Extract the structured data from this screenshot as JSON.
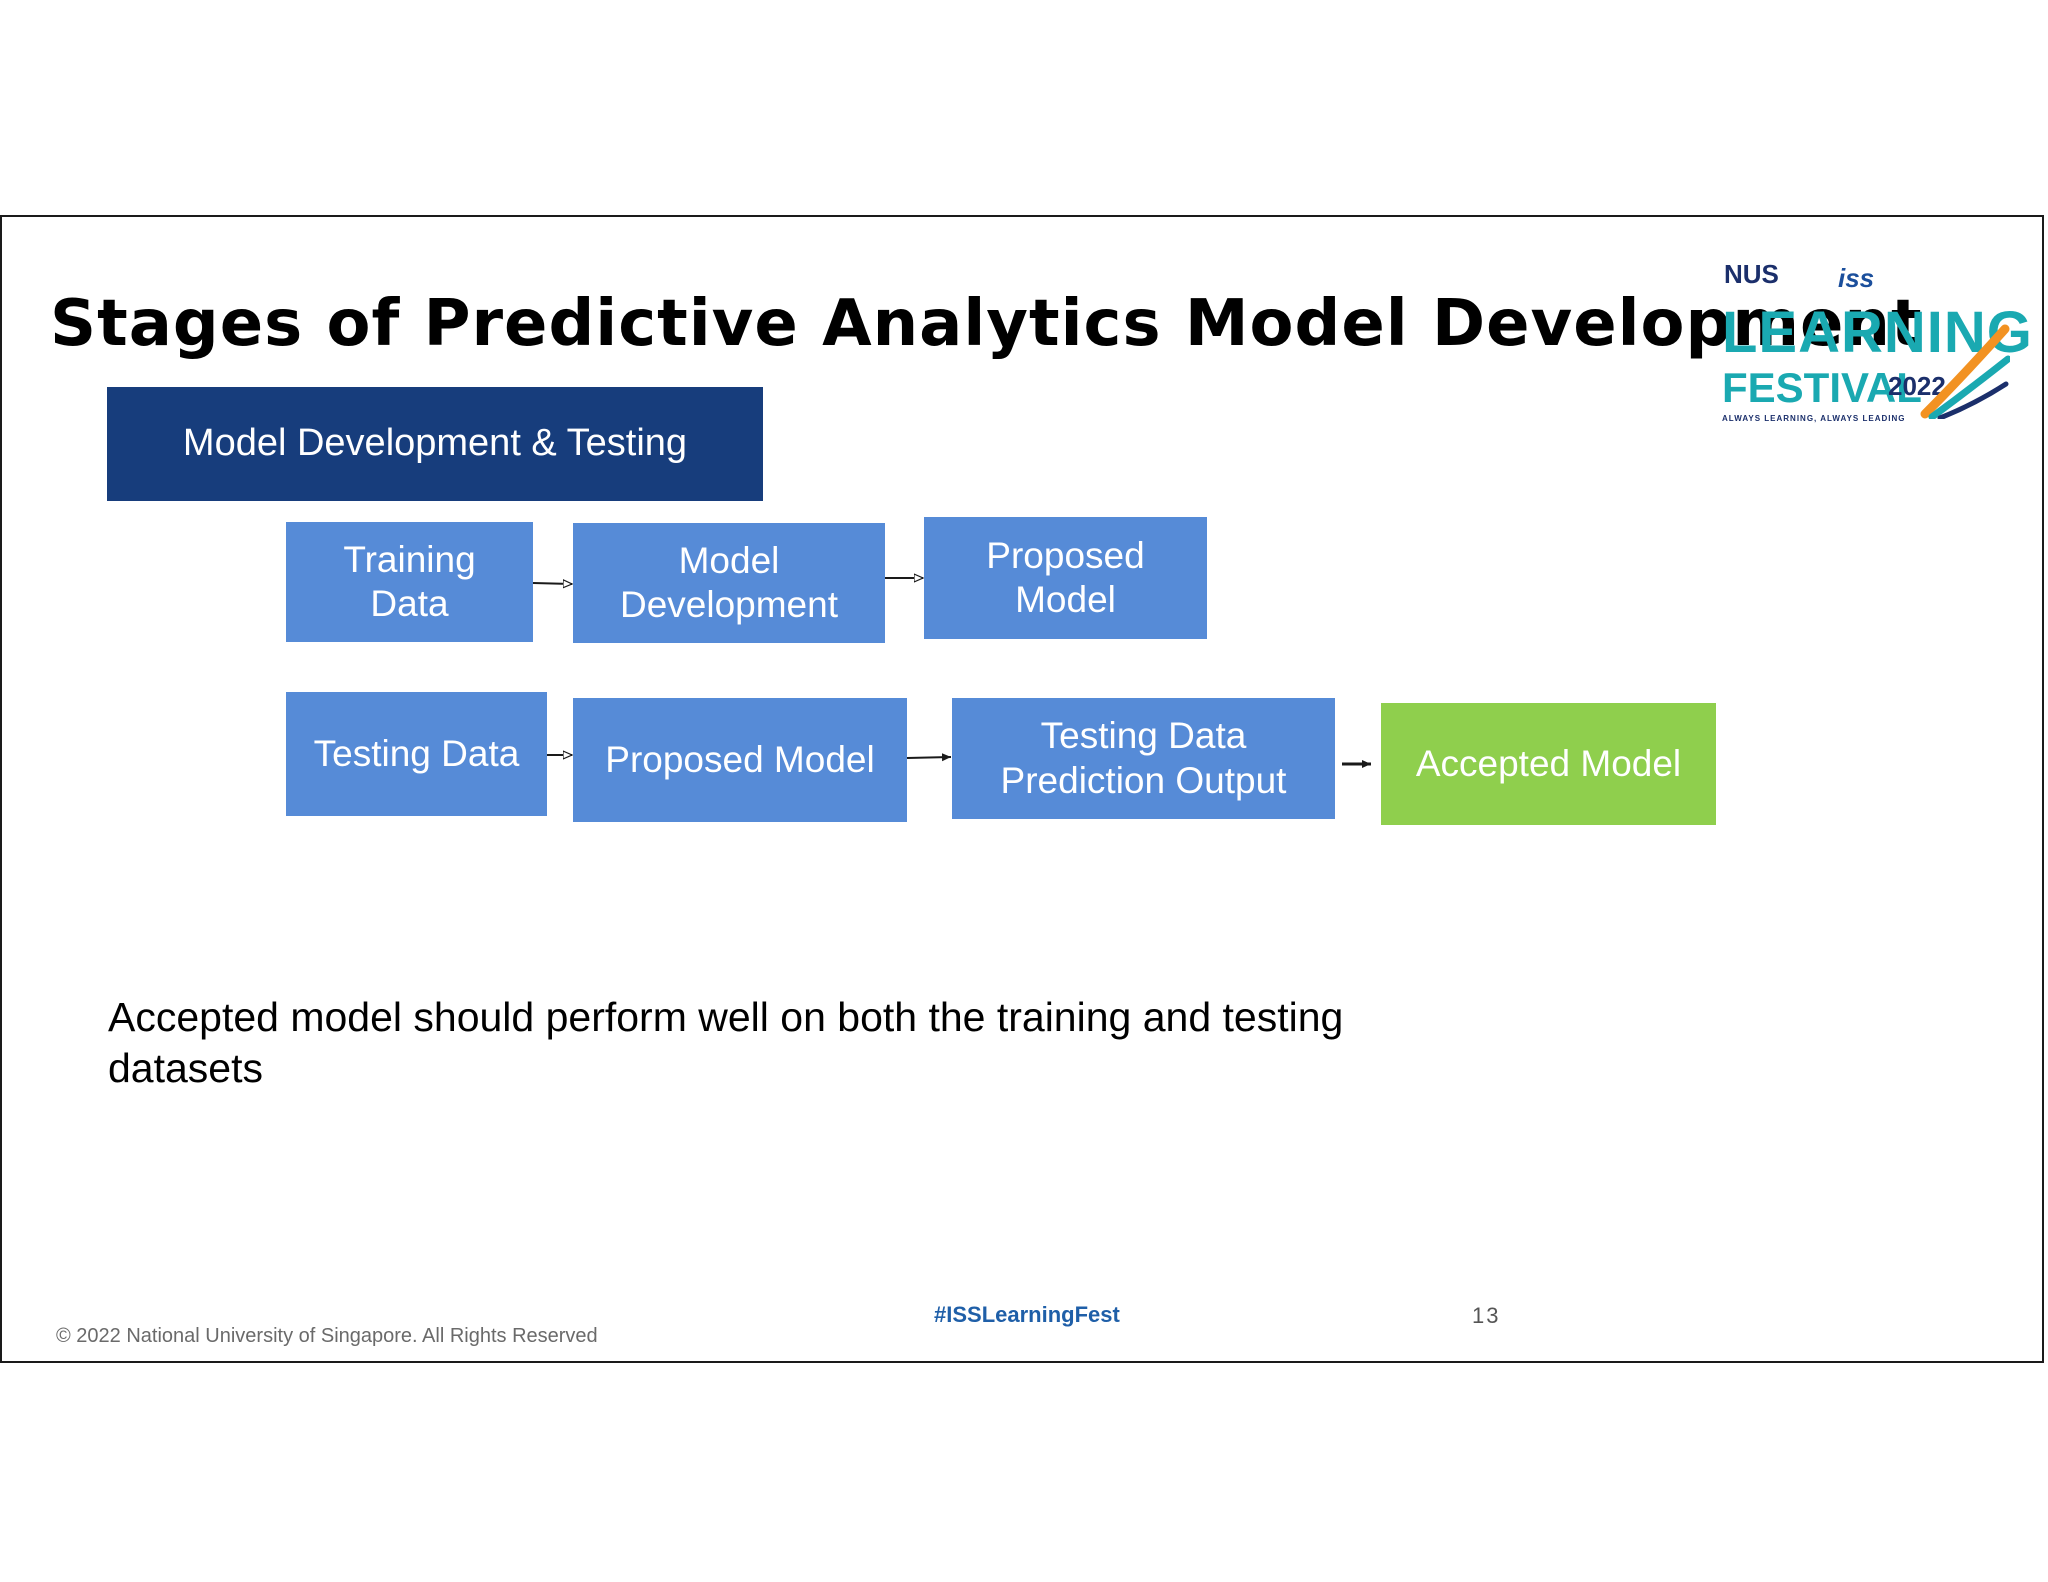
{
  "title": "Stages of Predictive Analytics Model Development",
  "header_box": "Model Development & Testing",
  "flow_row1": [
    "Training\nData",
    "Model\nDevelopment",
    "Proposed\nModel"
  ],
  "flow_row2": [
    "Testing Data",
    "Proposed Model",
    "Testing Data\nPrediction Output",
    "Accepted Model"
  ],
  "note": "Accepted model should perform well on both the training and testing datasets",
  "footer": {
    "copyright": "© 2022 National University of Singapore. All Rights Reserved",
    "hashtag": "#ISSLearningFest",
    "page_number": "13"
  },
  "logo": {
    "nus": "NUS",
    "iss": "iss",
    "learning": "LEARNING",
    "festival": "FESTIVAL",
    "year": "2022",
    "tagline": "ALWAYS LEARNING, ALWAYS LEADING"
  },
  "colors": {
    "header_box": "#173d7c",
    "step_box": "#568bd7",
    "accepted_box": "#8fcf4d"
  }
}
